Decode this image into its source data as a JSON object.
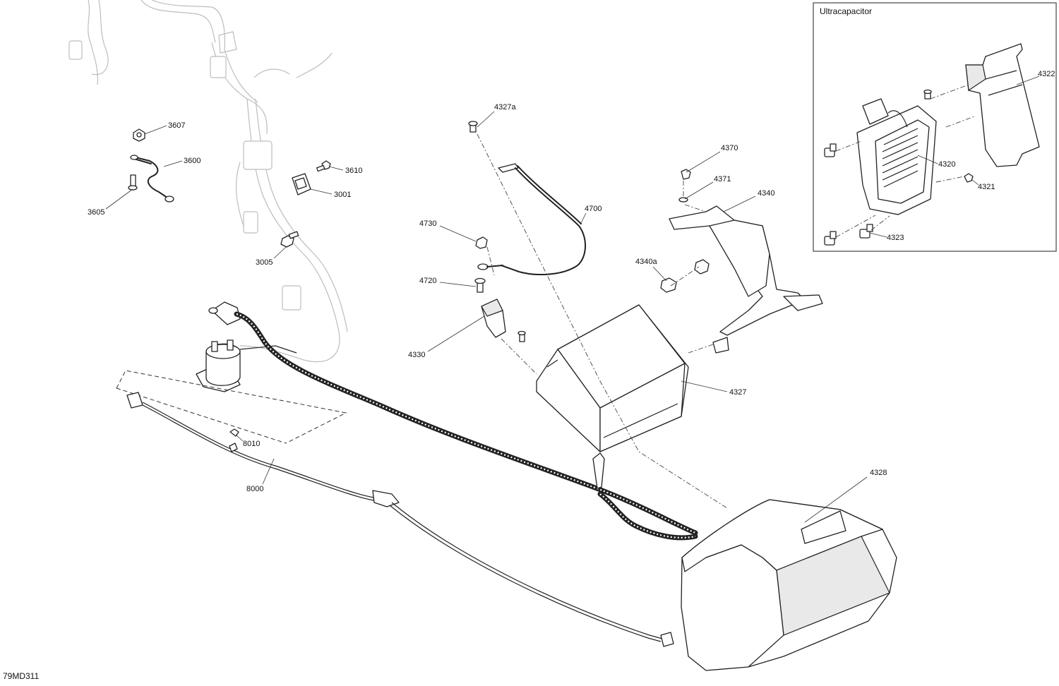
{
  "diagram": {
    "code": "79MD311",
    "inset": {
      "title": "Ultracapacitor"
    },
    "callouts": [
      {
        "id": "3607",
        "text": "3607"
      },
      {
        "id": "3600",
        "text": "3600"
      },
      {
        "id": "3605",
        "text": "3605"
      },
      {
        "id": "3610",
        "text": "3610"
      },
      {
        "id": "3001",
        "text": "3001"
      },
      {
        "id": "3005",
        "text": "3005"
      },
      {
        "id": "4327a",
        "text": "4327a"
      },
      {
        "id": "4700",
        "text": "4700"
      },
      {
        "id": "4730",
        "text": "4730"
      },
      {
        "id": "4720",
        "text": "4720"
      },
      {
        "id": "4330",
        "text": "4330"
      },
      {
        "id": "4370",
        "text": "4370"
      },
      {
        "id": "4371",
        "text": "4371"
      },
      {
        "id": "4340",
        "text": "4340"
      },
      {
        "id": "4340a",
        "text": "4340a"
      },
      {
        "id": "4327",
        "text": "4327"
      },
      {
        "id": "4328",
        "text": "4328"
      },
      {
        "id": "8010",
        "text": "8010"
      },
      {
        "id": "8000",
        "text": "8000"
      },
      {
        "id": "4322",
        "text": "4322"
      },
      {
        "id": "4320",
        "text": "4320"
      },
      {
        "id": "4321",
        "text": "4321"
      },
      {
        "id": "4323",
        "text": "4323"
      }
    ]
  }
}
